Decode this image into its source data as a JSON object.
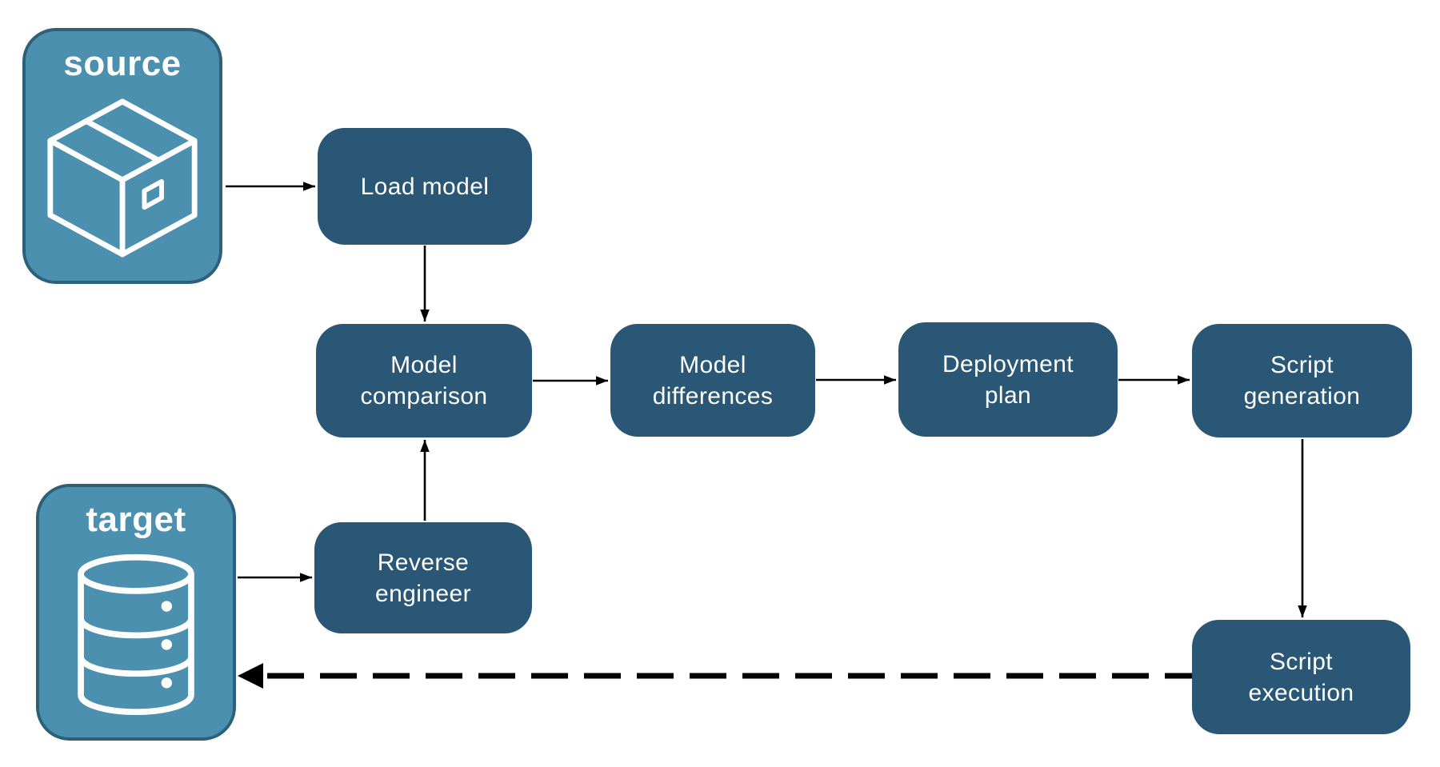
{
  "diagram": {
    "colors": {
      "background": "#ffffff",
      "node_fill": "#2b5777",
      "node_text": "#fdfefe",
      "endpoint_fill": "#4b90ae",
      "endpoint_border": "#2f607a",
      "endpoint_text": "#ffffff",
      "arrow": "#000000"
    },
    "endpoints": [
      {
        "id": "source",
        "label": "source",
        "icon": "package-icon"
      },
      {
        "id": "target",
        "label": "target",
        "icon": "database-icon"
      }
    ],
    "nodes": [
      {
        "id": "load-model",
        "label": "Load model"
      },
      {
        "id": "model-comparison",
        "label": "Model\ncomparison"
      },
      {
        "id": "model-differences",
        "label": "Model\ndifferences"
      },
      {
        "id": "deployment-plan",
        "label": "Deployment\nplan"
      },
      {
        "id": "script-generation",
        "label": "Script\ngeneration"
      },
      {
        "id": "reverse-engineer",
        "label": "Reverse\nengineer"
      },
      {
        "id": "script-execution",
        "label": "Script\nexecution"
      }
    ],
    "edges": [
      {
        "from": "source",
        "to": "load-model",
        "style": "solid"
      },
      {
        "from": "load-model",
        "to": "model-comparison",
        "style": "solid"
      },
      {
        "from": "model-comparison",
        "to": "model-differences",
        "style": "solid"
      },
      {
        "from": "model-differences",
        "to": "deployment-plan",
        "style": "solid"
      },
      {
        "from": "deployment-plan",
        "to": "script-generation",
        "style": "solid"
      },
      {
        "from": "script-generation",
        "to": "script-execution",
        "style": "solid"
      },
      {
        "from": "target",
        "to": "reverse-engineer",
        "style": "solid"
      },
      {
        "from": "reverse-engineer",
        "to": "model-comparison",
        "style": "solid"
      },
      {
        "from": "script-execution",
        "to": "target",
        "style": "dashed"
      }
    ]
  }
}
